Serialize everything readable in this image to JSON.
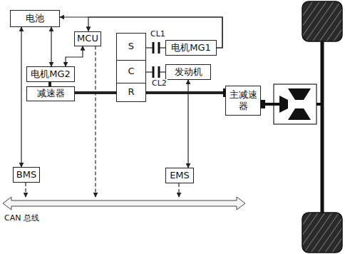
{
  "diagram": {
    "nodes": [
      {
        "text": [
          "电池"
        ]
      },
      {
        "text": [
          "MCU"
        ]
      },
      {
        "text": [
          "S"
        ]
      },
      {
        "text": [
          "C"
        ]
      },
      {
        "text": [
          "R"
        ]
      },
      {
        "text": [
          "电机MG1"
        ]
      },
      {
        "text": [
          "发动机"
        ]
      },
      {
        "text": [
          "电机MG2"
        ]
      },
      {
        "text": [
          "减速器"
        ]
      },
      {
        "text": [
          "主减速器"
        ]
      },
      {
        "text": [
          "BMS"
        ]
      },
      {
        "text": [
          "EMS"
        ]
      },
      {
        "text": [
          "CAN 总线"
        ]
      }
    ],
    "edges": [
      {
        "from": 0,
        "to": 10,
        "arrow": "both"
      },
      {
        "from": 0,
        "to": 7,
        "arrow": "both"
      },
      {
        "from": 1,
        "to": 7,
        "arrow": "both"
      },
      {
        "from": 5,
        "to": 0,
        "arrow": "to"
      },
      {
        "from": 5,
        "to": 1,
        "arrow": "to"
      },
      {
        "from": 2,
        "to": 5,
        "arrow": "none"
      },
      {
        "from": 3,
        "to": 6,
        "arrow": "none"
      },
      {
        "from": 7,
        "to": 8,
        "arrow": "none"
      },
      {
        "from": 8,
        "to": 4,
        "arrow": "none"
      },
      {
        "from": 4,
        "to": 9,
        "arrow": "none"
      },
      {
        "from": 10,
        "to": 12,
        "arrow": "to"
      },
      {
        "from": 1,
        "to": 12,
        "arrow": "to"
      },
      {
        "from": 11,
        "to": 12,
        "arrow": "to"
      },
      {
        "from": 6,
        "to": 11,
        "arrow": "both"
      }
    ],
    "labels": [
      "CL1",
      "CL2"
    ]
  }
}
